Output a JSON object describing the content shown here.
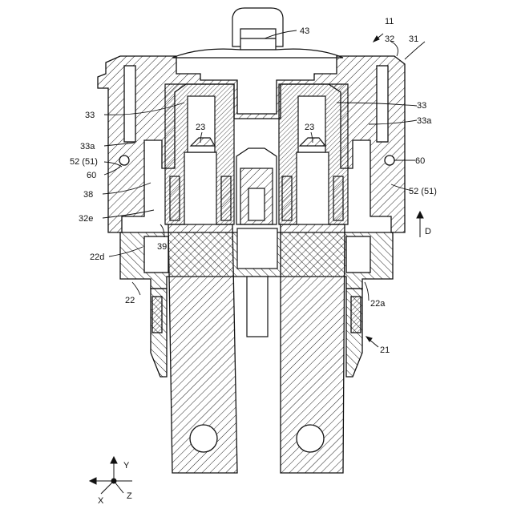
{
  "figure": {
    "labels": {
      "l11": "11",
      "l43": "43",
      "l32": "32",
      "l31": "31",
      "l33_left": "33",
      "l33_right": "33",
      "l33a_left": "33a",
      "l33a_right": "33a",
      "l23_left": "23",
      "l23_right": "23",
      "l52_left": "52 (51)",
      "l52_right": "52 (51)",
      "l60_left": "60",
      "l60_right": "60",
      "l38": "38",
      "l32e": "32e",
      "l39": "39",
      "l22d": "22d",
      "l22": "22",
      "l22a": "22a",
      "l21": "21",
      "lD": "D"
    },
    "axes": {
      "y": "Y",
      "x": "X",
      "z": "Z"
    }
  },
  "colors": {
    "line": "#111111",
    "hatch": "#222222",
    "background": "#ffffff"
  }
}
